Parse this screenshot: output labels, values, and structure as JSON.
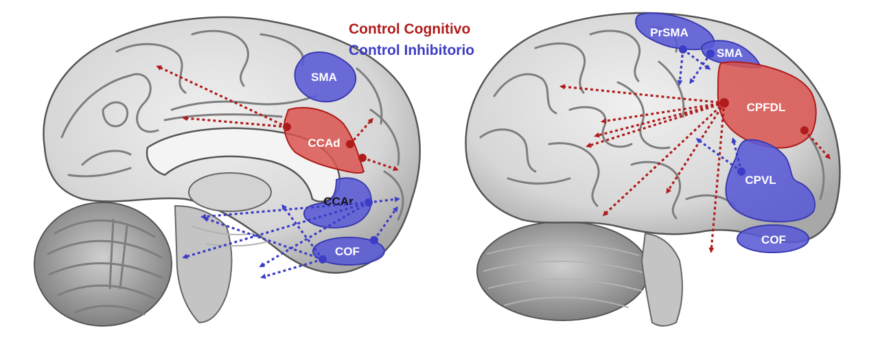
{
  "legend": {
    "cognitive": "Control Cognitivo",
    "inhibitory": "Control Inhibitorio"
  },
  "colors": {
    "cognitive": "#b01c1c",
    "inhibitory": "#3c3cc6",
    "region_red_fill": "#d9534f",
    "region_blue_fill": "#5a5ad6"
  },
  "medial_view": {
    "regions": {
      "sma": "SMA",
      "ccad": "CCAd",
      "ccar": "CCAr",
      "cof": "COF"
    }
  },
  "lateral_view": {
    "regions": {
      "prsma": "PrSMA",
      "sma": "SMA",
      "cpfdl": "CPFDL",
      "cpvl": "CPVL",
      "cof": "COF"
    }
  }
}
